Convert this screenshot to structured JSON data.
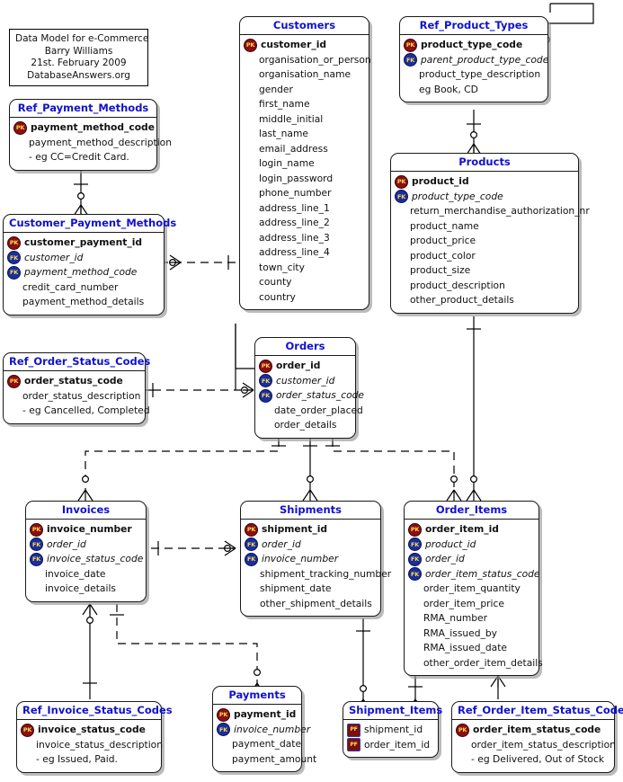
{
  "diagram": {
    "title_note": {
      "lines": [
        "Data Model for e-Commerce",
        "Barry Williams",
        "21st. February 2009",
        "DatabaseAnswers.org"
      ]
    },
    "key_legend": {
      "pk": "PK",
      "fk": "FK",
      "pf": "PF"
    },
    "colors": {
      "entity_title": "#1111cc",
      "pk_badge": "#8c0f12",
      "fk_badge": "#1a2f9e",
      "badge_text": "#ffd94a",
      "line": "#000000",
      "background": "#ffffff"
    },
    "entities": [
      {
        "id": "ref_payment_methods",
        "name": "Ref_Payment_Methods",
        "attributes": [
          {
            "key": "PK",
            "name": "payment_method_code"
          },
          {
            "key": "",
            "name": "payment_method_description"
          },
          {
            "key": "",
            "name": "- eg CC=Credit Card."
          }
        ]
      },
      {
        "id": "customer_payment_methods",
        "name": "Customer_Payment_Methods",
        "attributes": [
          {
            "key": "PK",
            "name": "customer_payment_id"
          },
          {
            "key": "FK",
            "name": "customer_id"
          },
          {
            "key": "FK",
            "name": "payment_method_code"
          },
          {
            "key": "",
            "name": "credit_card_number"
          },
          {
            "key": "",
            "name": "payment_method_details"
          }
        ]
      },
      {
        "id": "ref_order_status_codes",
        "name": "Ref_Order_Status_Codes",
        "attributes": [
          {
            "key": "PK",
            "name": "order_status_code"
          },
          {
            "key": "",
            "name": "order_status_description"
          },
          {
            "key": "",
            "name": "- eg Cancelled, Completed"
          }
        ]
      },
      {
        "id": "customers",
        "name": "Customers",
        "attributes": [
          {
            "key": "PK",
            "name": "customer_id"
          },
          {
            "key": "",
            "name": "organisation_or_person"
          },
          {
            "key": "",
            "name": "organisation_name"
          },
          {
            "key": "",
            "name": "gender"
          },
          {
            "key": "",
            "name": "first_name"
          },
          {
            "key": "",
            "name": "middle_initial"
          },
          {
            "key": "",
            "name": "last_name"
          },
          {
            "key": "",
            "name": "email_address"
          },
          {
            "key": "",
            "name": "login_name"
          },
          {
            "key": "",
            "name": "login_password"
          },
          {
            "key": "",
            "name": "phone_number"
          },
          {
            "key": "",
            "name": "address_line_1"
          },
          {
            "key": "",
            "name": "address_line_2"
          },
          {
            "key": "",
            "name": "address_line_3"
          },
          {
            "key": "",
            "name": "address_line_4"
          },
          {
            "key": "",
            "name": "town_city"
          },
          {
            "key": "",
            "name": "county"
          },
          {
            "key": "",
            "name": "country"
          }
        ]
      },
      {
        "id": "ref_product_types",
        "name": "Ref_Product_Types",
        "attributes": [
          {
            "key": "PK",
            "name": "product_type_code"
          },
          {
            "key": "FK",
            "name": "parent_product_type_code"
          },
          {
            "key": "",
            "name": "product_type_description"
          },
          {
            "key": "",
            "name": "eg Book, CD"
          }
        ]
      },
      {
        "id": "products",
        "name": "Products",
        "attributes": [
          {
            "key": "PK",
            "name": "product_id"
          },
          {
            "key": "FK",
            "name": "product_type_code"
          },
          {
            "key": "",
            "name": "return_merchandise_authorization_nr"
          },
          {
            "key": "",
            "name": "product_name"
          },
          {
            "key": "",
            "name": "product_price"
          },
          {
            "key": "",
            "name": "product_color"
          },
          {
            "key": "",
            "name": "product_size"
          },
          {
            "key": "",
            "name": "product_description"
          },
          {
            "key": "",
            "name": "other_product_details"
          }
        ]
      },
      {
        "id": "orders",
        "name": "Orders",
        "attributes": [
          {
            "key": "PK",
            "name": "order_id"
          },
          {
            "key": "FK",
            "name": "customer_id"
          },
          {
            "key": "FK",
            "name": "order_status_code"
          },
          {
            "key": "",
            "name": "date_order_placed"
          },
          {
            "key": "",
            "name": "order_details"
          }
        ]
      },
      {
        "id": "invoices",
        "name": "Invoices",
        "attributes": [
          {
            "key": "PK",
            "name": "invoice_number"
          },
          {
            "key": "FK",
            "name": "order_id"
          },
          {
            "key": "FK",
            "name": "invoice_status_code"
          },
          {
            "key": "",
            "name": "invoice_date"
          },
          {
            "key": "",
            "name": "invoice_details"
          }
        ]
      },
      {
        "id": "shipments",
        "name": "Shipments",
        "attributes": [
          {
            "key": "PK",
            "name": "shipment_id"
          },
          {
            "key": "FK",
            "name": "order_id"
          },
          {
            "key": "FK",
            "name": "invoice_number"
          },
          {
            "key": "",
            "name": "shipment_tracking_number"
          },
          {
            "key": "",
            "name": "shipment_date"
          },
          {
            "key": "",
            "name": "other_shipment_details"
          }
        ]
      },
      {
        "id": "order_items",
        "name": "Order_Items",
        "attributes": [
          {
            "key": "PK",
            "name": "order_item_id"
          },
          {
            "key": "FK",
            "name": "product_id"
          },
          {
            "key": "FK",
            "name": "order_id"
          },
          {
            "key": "FK",
            "name": "order_item_status_code"
          },
          {
            "key": "",
            "name": "order_item_quantity"
          },
          {
            "key": "",
            "name": "order_item_price"
          },
          {
            "key": "",
            "name": "RMA_number"
          },
          {
            "key": "",
            "name": "RMA_issued_by"
          },
          {
            "key": "",
            "name": "RMA_issued_date"
          },
          {
            "key": "",
            "name": "other_order_item_details"
          }
        ]
      },
      {
        "id": "ref_invoice_status_codes",
        "name": "Ref_Invoice_Status_Codes",
        "attributes": [
          {
            "key": "PK",
            "name": "invoice_status_code"
          },
          {
            "key": "",
            "name": "invoice_status_description"
          },
          {
            "key": "",
            "name": "- eg Issued, Paid."
          }
        ]
      },
      {
        "id": "payments",
        "name": "Payments",
        "attributes": [
          {
            "key": "PK",
            "name": "payment_id"
          },
          {
            "key": "FK",
            "name": "invoice_number"
          },
          {
            "key": "",
            "name": "payment_date"
          },
          {
            "key": "",
            "name": "payment_amount"
          }
        ]
      },
      {
        "id": "shipment_items",
        "name": "Shipment_Items",
        "attributes": [
          {
            "key": "PF",
            "name": "shipment_id"
          },
          {
            "key": "PF",
            "name": "order_item_id"
          }
        ]
      },
      {
        "id": "ref_order_item_status_codes",
        "name": "Ref_Order_Item_Status_Codes",
        "attributes": [
          {
            "key": "PK",
            "name": "order_item_status_code"
          },
          {
            "key": "",
            "name": "order_item_status_description"
          },
          {
            "key": "",
            "name": "- eg Delivered, Out of Stock"
          }
        ]
      }
    ]
  }
}
